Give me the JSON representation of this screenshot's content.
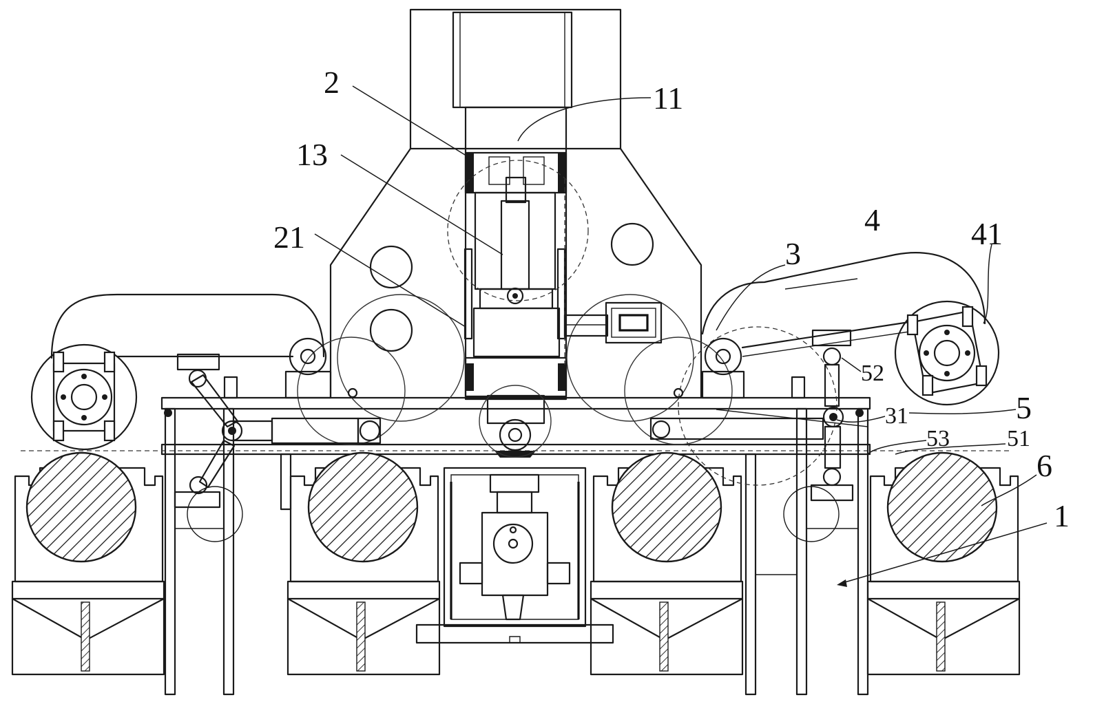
{
  "labels": {
    "n2": "2",
    "n11": "11",
    "n13": "13",
    "n21": "21",
    "n3": "3",
    "n4": "4",
    "n41": "41",
    "n52": "52",
    "n31": "31",
    "n5": "5",
    "n53": "53",
    "n51": "51",
    "n6": "6",
    "n1": "1"
  }
}
